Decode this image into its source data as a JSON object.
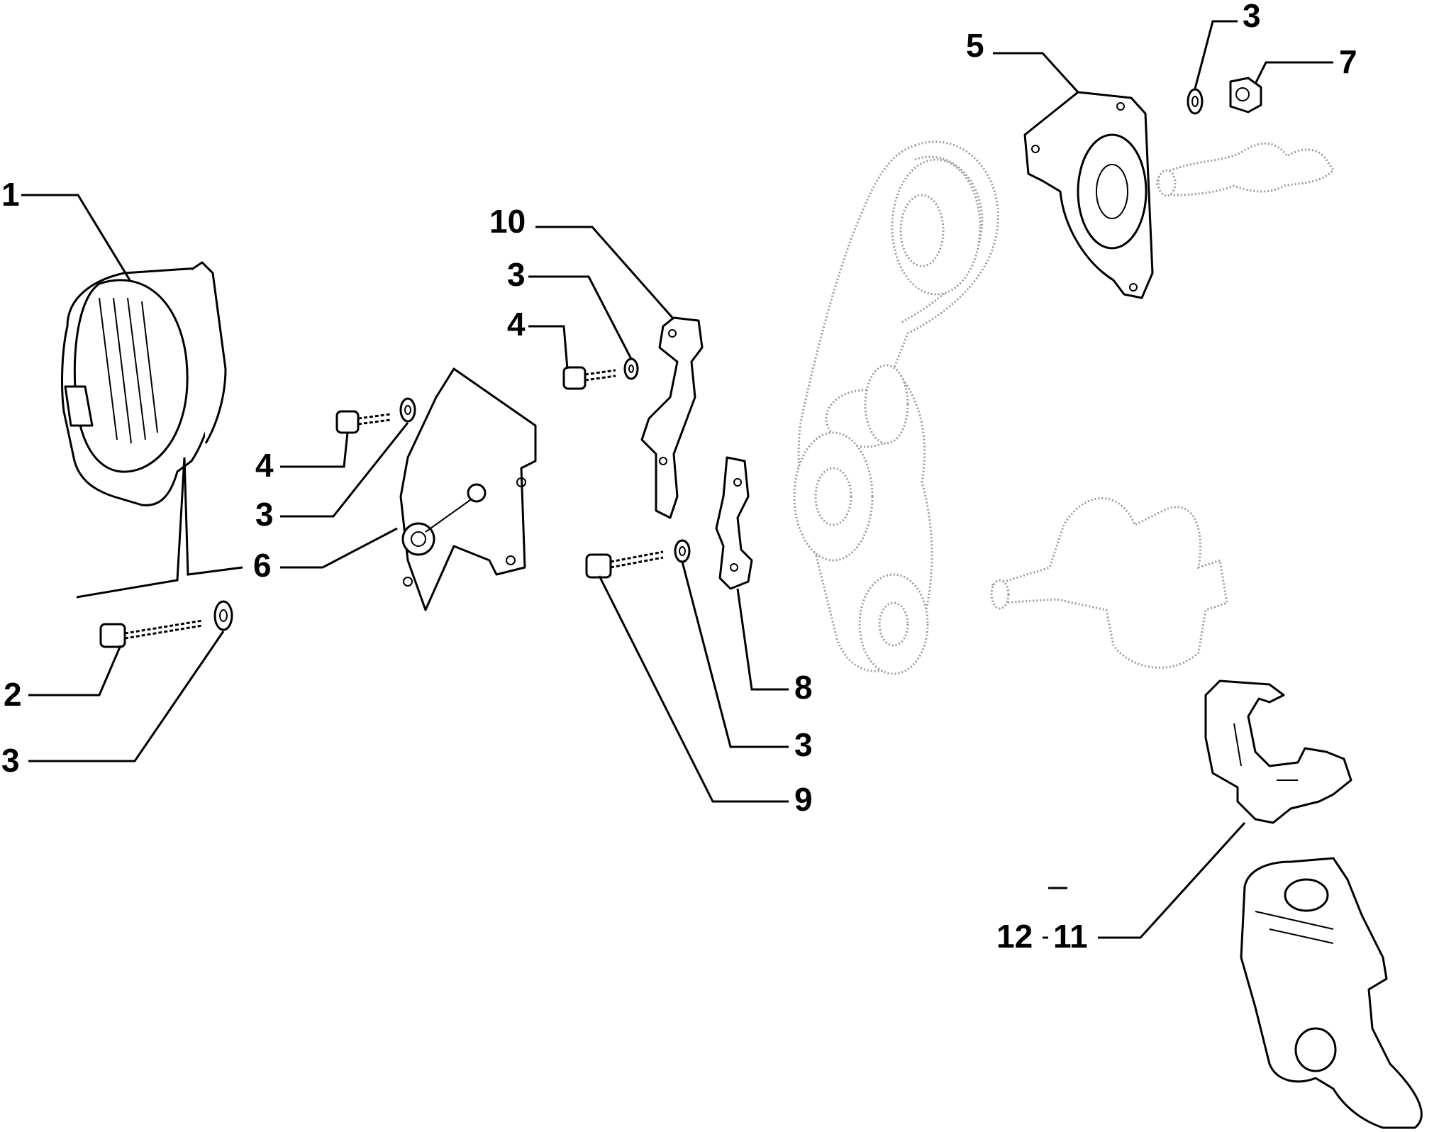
{
  "callouts": [
    {
      "id": "c1",
      "label": "1"
    },
    {
      "id": "c2",
      "label": "2"
    },
    {
      "id": "c3a",
      "label": "3"
    },
    {
      "id": "c3b",
      "label": "3"
    },
    {
      "id": "c3c",
      "label": "3"
    },
    {
      "id": "c3d",
      "label": "3"
    },
    {
      "id": "c3e",
      "label": "3"
    },
    {
      "id": "c4a",
      "label": "4"
    },
    {
      "id": "c4b",
      "label": "4"
    },
    {
      "id": "c5",
      "label": "5"
    },
    {
      "id": "c6",
      "label": "6"
    },
    {
      "id": "c7",
      "label": "7"
    },
    {
      "id": "c8",
      "label": "8"
    },
    {
      "id": "c3f",
      "label": "3"
    },
    {
      "id": "c9",
      "label": "9"
    },
    {
      "id": "c10",
      "label": "10"
    },
    {
      "id": "c11",
      "label": "11"
    },
    {
      "id": "c12",
      "label": "12"
    }
  ]
}
